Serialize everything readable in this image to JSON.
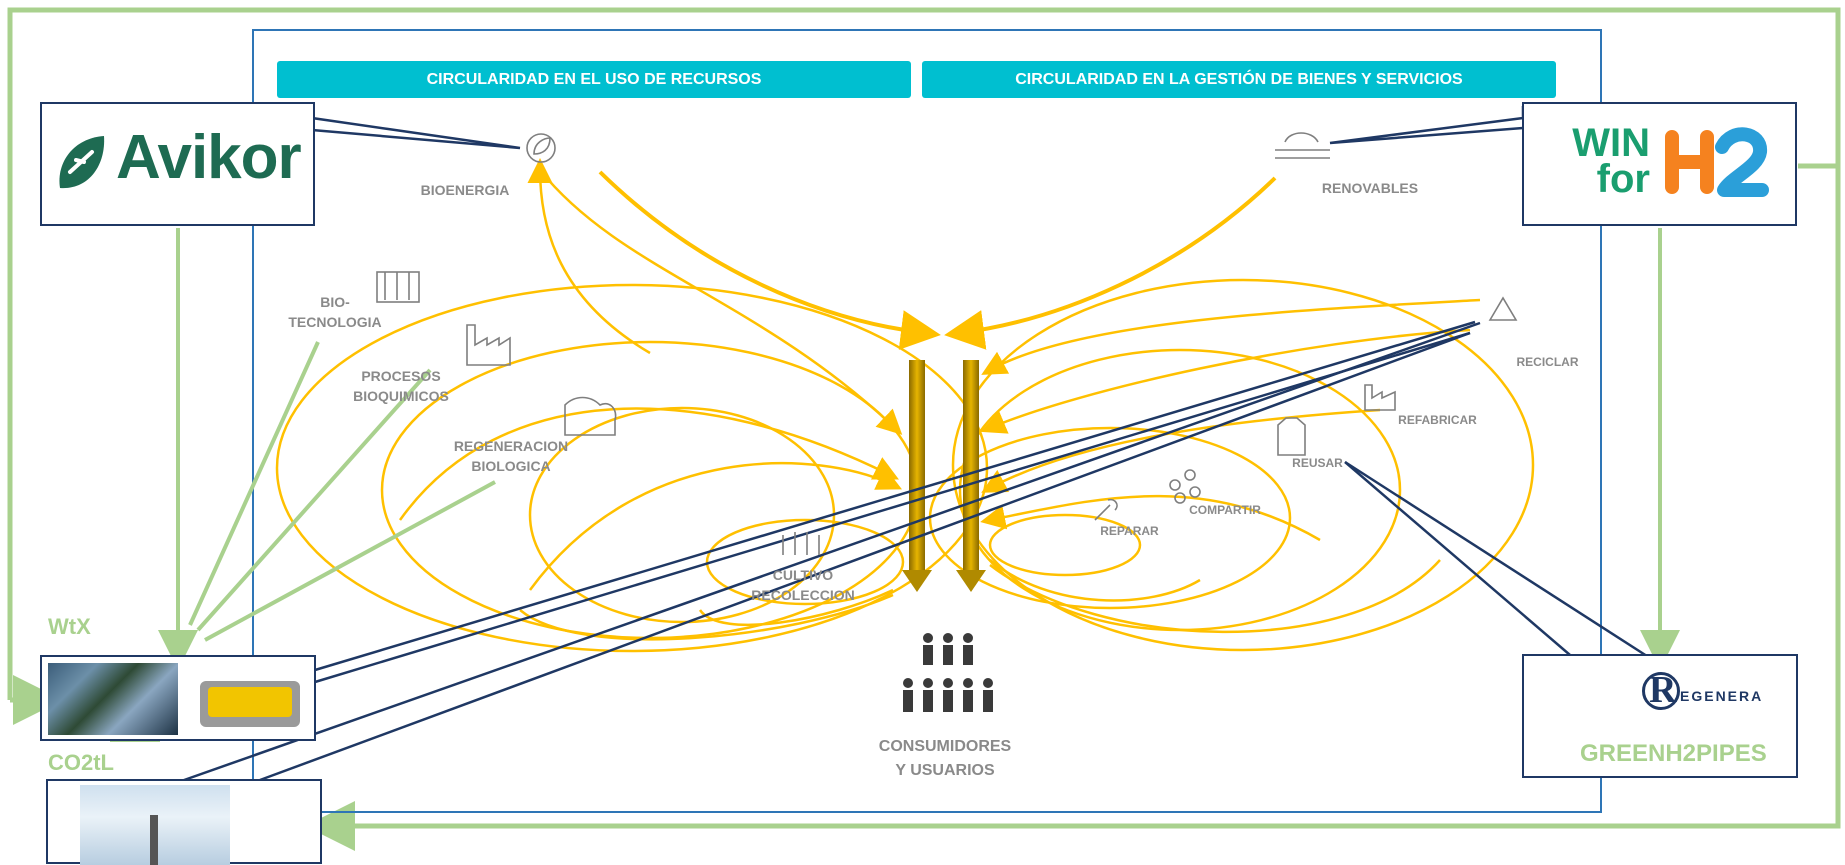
{
  "banners": {
    "left": "CIRCULARIDAD EN EL USO DE RECURSOS",
    "right": "CIRCULARIDAD EN LA GESTIÓN DE BIENES Y SERVICIOS"
  },
  "left_labels": {
    "bioenergia": "BIOENERGIA",
    "biotecnologia_1": "BIO-",
    "biotecnologia_2": "TECNOLOGIA",
    "procesos_1": "PROCESOS",
    "procesos_2": "BIOQUIMICOS",
    "regeneracion_1": "REGENERACION",
    "regeneracion_2": "BIOLOGICA",
    "cultivo_1": "CULTIVO",
    "cultivo_2": "RECOLECCION"
  },
  "right_labels": {
    "renovables": "RENOVABLES",
    "reciclar": "RECICLAR",
    "refabricar": "REFABRICAR",
    "reusar": "REUSAR",
    "compartir": "COMPARTIR",
    "reparar": "REPARAR"
  },
  "center": {
    "consumidores_1": "CONSUMIDORES",
    "consumidores_2": "Y USUARIOS"
  },
  "projects": {
    "avikor": "Avikor",
    "win_1": "WIN",
    "win_2": "for",
    "wtx": "WtX",
    "co2tl": "CO2tL",
    "regenera": "EGENERA",
    "regenera_r": "R",
    "greenh2pipes": "GREENH2PIPES"
  },
  "colors": {
    "banner": "#00bfd0",
    "arrow_gold": "#ffc000",
    "connector_navy": "#1f3864",
    "connector_green": "#a9d18e",
    "label_grey": "#8a8a8a",
    "avikor": "#1e6b52",
    "win_green": "#1a9e6f",
    "h2_orange": "#f5821f",
    "h2_blue": "#2b9fd9"
  }
}
